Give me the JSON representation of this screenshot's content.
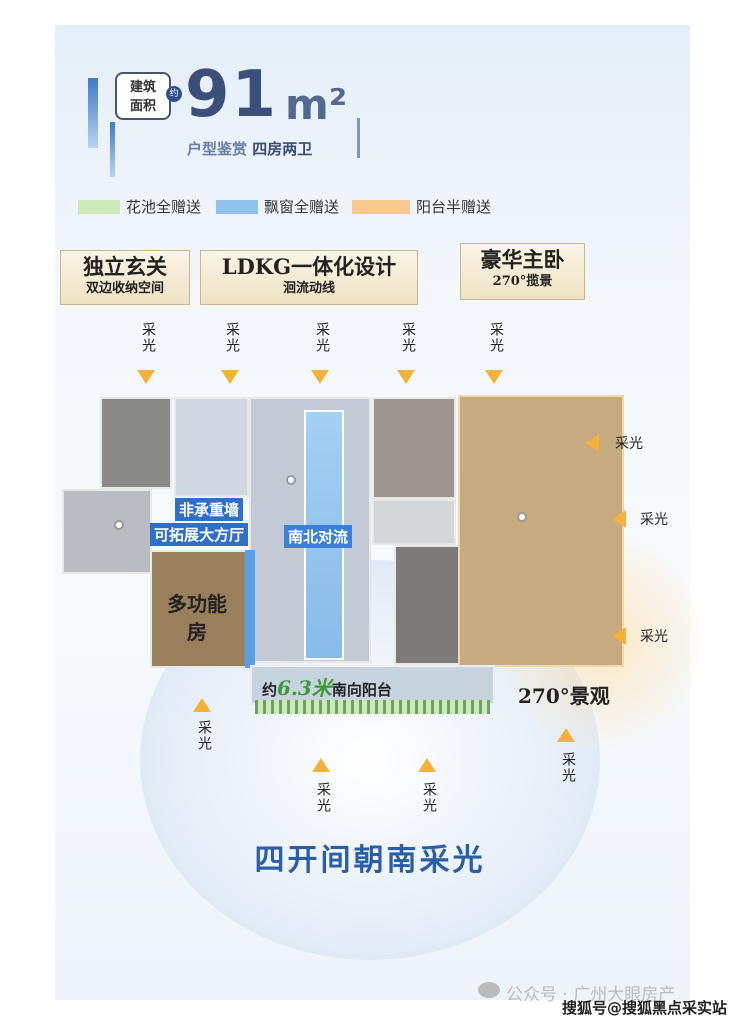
{
  "header": {
    "area_badge_line1": "建筑",
    "area_badge_line2": "面积",
    "approx": "约",
    "area_value": "91",
    "area_unit": "m²",
    "subtitle_prefix": "户型鉴赏",
    "subtitle_main": "四房两卫"
  },
  "legend": [
    {
      "label": "花池全赠送",
      "color": "#cfe8b8"
    },
    {
      "label": "飘窗全赠送",
      "color": "#8fc2ec"
    },
    {
      "label": "阳台半赠送",
      "color": "#f8c98e"
    }
  ],
  "tags": [
    {
      "title": "独立玄关",
      "sub": "双边收纳空间"
    },
    {
      "title": "LDKG一体化设计",
      "sub": "洄流动线"
    },
    {
      "title": "豪华主卧",
      "sub": "270°揽景"
    }
  ],
  "light_label": "采光",
  "plan": {
    "load_wall_line1": "非承重墙",
    "load_wall_line2": "可拓展大方厅",
    "convection": "南北对流",
    "multi_room": "多功能房",
    "balcony_prefix": "约",
    "balcony_len": "6.3米",
    "balcony_suffix": "南向阳台",
    "view": "270°景观"
  },
  "bottom_title": "四开间朝南采光",
  "watermark": {
    "wechat": "公众号 · 广州大眼房产",
    "sohu": "搜狐号@搜狐黑点采实站"
  }
}
